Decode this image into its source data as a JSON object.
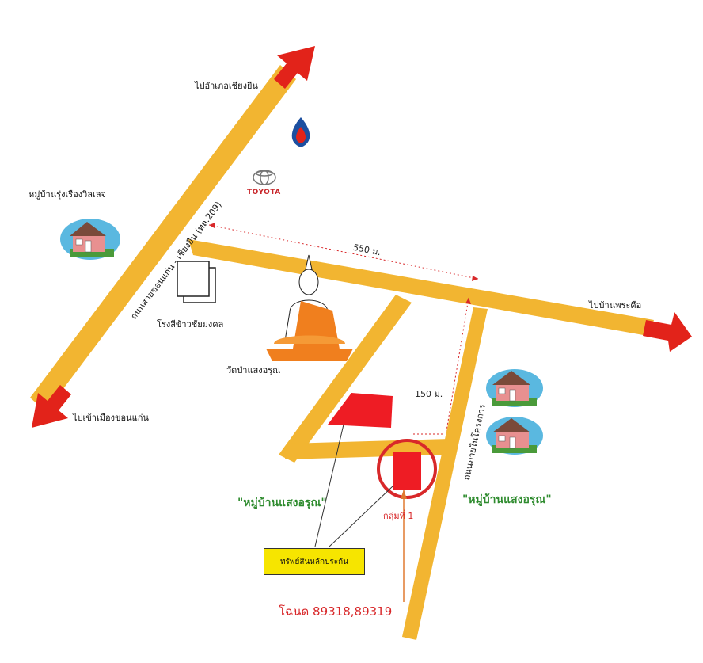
{
  "labels": {
    "to_chiang_yuen": "ไปอำเภอเชียงยืน",
    "village_rungrueang": "หมู่บ้านรุ่งเรืองวิลเลจ",
    "rice_mill": "โรงสีข้าวชัยมงคล",
    "temple": "วัดป่าแสงอรุณ",
    "to_ban_phra_khue": "ไปบ้านพระคือ",
    "to_khon_kaen": "ไปเข้าเมืองขอนแก่น",
    "highway_label": "ถนนสายขอนแก่น - เชียงยืน (ทล.209)",
    "irrigation_road": "ถนนภายในโครงการ",
    "village_saeng_arun_left": "\"หมู่บ้านแสงอรุณ\"",
    "village_saeng_arun_right": "\"หมู่บ้านแสงอรุณ\"",
    "group_1": "กลุ่มที่ 1",
    "collateral": "ทรัพย์สินหลักประกัน",
    "deed": "โฉนด 89318,89319",
    "toyota": "TOYOTA"
  },
  "distances": {
    "horizontal": "550 ม.",
    "vertical": "150 ม."
  },
  "colors": {
    "road": "#f2b531",
    "arrow": "#e2231a",
    "parcel": "#ee1c24",
    "circle": "#d8282a",
    "green_text": "#2e8b2e",
    "yellow_box": "#f6e500"
  },
  "icons": [
    "ptt-logo-icon",
    "toyota-logo-icon",
    "house-icon",
    "buddha-statue-icon",
    "rice-mill-icon"
  ]
}
